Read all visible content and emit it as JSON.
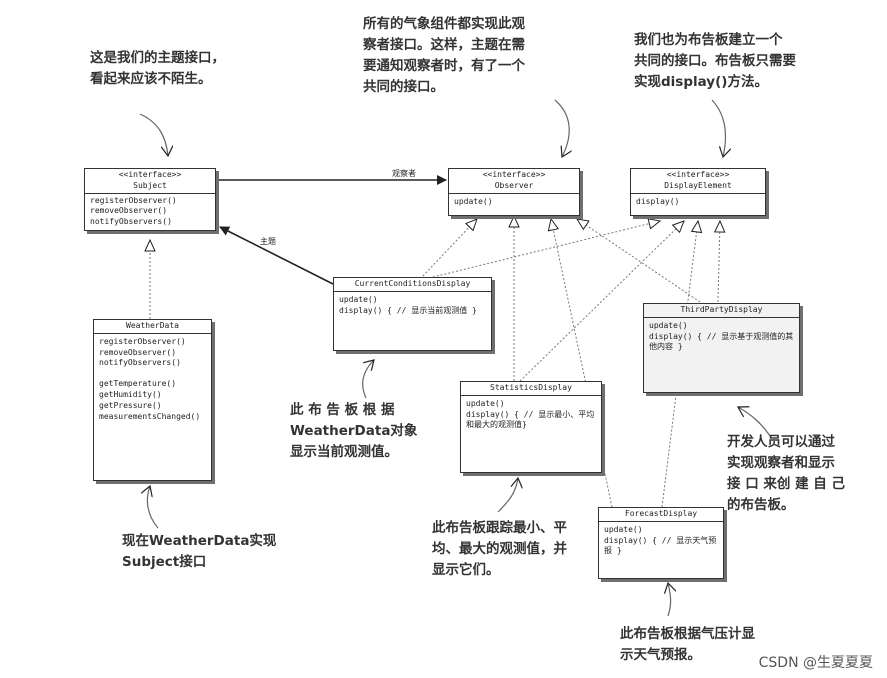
{
  "notes": {
    "subject": [
      "这是我们的主题接口，",
      "看起来应该不陌生。"
    ],
    "observer": [
      "所有的气象组件都实现此观",
      "察者接口。这样，主题在需",
      "要通知观察者时，有了一个",
      "共同的接口。"
    ],
    "display": [
      "我们也为布告板建立一个",
      "共同的接口。布告板只需要",
      "实现display()方法。"
    ],
    "current": [
      "此 布 告 板 根 据",
      "WeatherData对象",
      "显示当前观测值。"
    ],
    "third": [
      "开发人员可以通过",
      "实现观察者和显示",
      "接 口 来创 建 自 己",
      "的布告板。"
    ],
    "weatherdata": [
      "现在WeatherData实现",
      "Subject接口"
    ],
    "statistics": [
      "此布告板跟踪最小、平",
      "均、最大的观测值，并",
      "显示它们。"
    ],
    "forecast": [
      "此布告板根据气压计显",
      "示天气预报。"
    ]
  },
  "edge_labels": {
    "observers": "观察者",
    "subject": "主题"
  },
  "classes": {
    "subject": {
      "stereotype": "<<interface>>",
      "name": "Subject",
      "methods": [
        "registerObserver()",
        "removeObserver()",
        "notifyObservers()"
      ]
    },
    "observer": {
      "stereotype": "<<interface>>",
      "name": "Observer",
      "methods": [
        "update()"
      ]
    },
    "display_element": {
      "stereotype": "<<interface>>",
      "name": "DisplayElement",
      "methods": [
        "display()"
      ]
    },
    "current_conditions": {
      "name": "CurrentConditionsDisplay",
      "methods": [
        "update()",
        "display() { // 显示当前观测值 }"
      ]
    },
    "third_party": {
      "name": "ThirdPartyDisplay",
      "methods": [
        "update()",
        "display() { // 显示基于观测值的其他内容 }"
      ]
    },
    "weather_data": {
      "name": "WeatherData",
      "methods_a": [
        "registerObserver()",
        "removeObserver()",
        "notifyObservers()"
      ],
      "methods_b": [
        "getTemperature()",
        "getHumidity()",
        "getPressure()",
        "measurementsChanged()"
      ]
    },
    "statistics": {
      "name": "StatisticsDisplay",
      "methods": [
        "update()",
        "display() { // 显示最小、平均和最大的观测值}"
      ]
    },
    "forecast": {
      "name": "ForecastDisplay",
      "methods": [
        "update()",
        "display() { // 显示天气预报 }"
      ]
    }
  },
  "watermark": "CSDN @生夏夏夏"
}
